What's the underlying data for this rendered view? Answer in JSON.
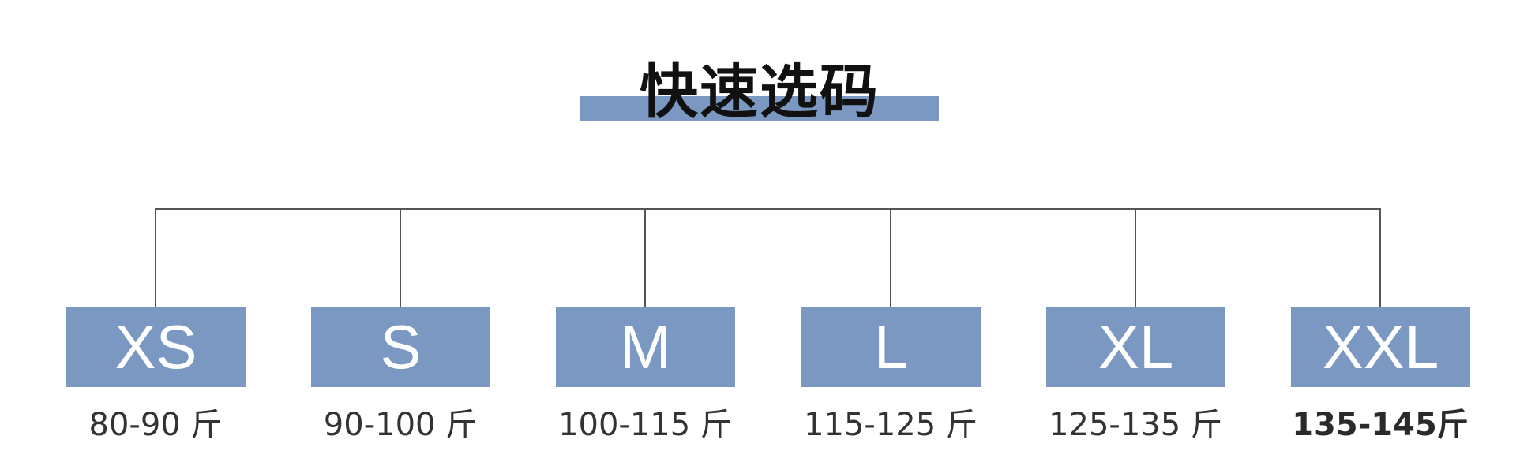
{
  "title": "快速选码",
  "colors": {
    "accent": "#7b98c2",
    "line": "#555555",
    "text": "#333333"
  },
  "sizes": [
    {
      "size": "XS",
      "weight": "80-90 斤"
    },
    {
      "size": "S",
      "weight": "90-100 斤"
    },
    {
      "size": "M",
      "weight": "100-115 斤"
    },
    {
      "size": "L",
      "weight": "115-125 斤"
    },
    {
      "size": "XL",
      "weight": "125-135 斤"
    },
    {
      "size": "XXL",
      "weight": "135-145斤"
    }
  ]
}
